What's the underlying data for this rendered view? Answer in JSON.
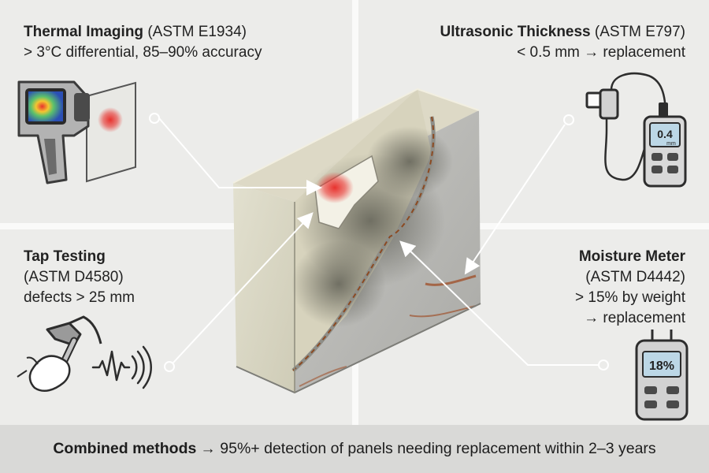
{
  "thermal": {
    "title": "Thermal Imaging",
    "standard": "(ASTM E1934)",
    "detail": "> 3°C differential, 85–90% accuracy"
  },
  "ultrasonic": {
    "title": "Ultrasonic Thickness",
    "standard": "(ASTM E797)",
    "detail": "< 0.5 mm → replacement",
    "display_value": "0.4",
    "display_unit": "mm"
  },
  "tap": {
    "title": "Tap Testing",
    "standard": "(ASTM D4580)",
    "detail": "defects > 25 mm"
  },
  "moisture": {
    "title": "Moisture Meter",
    "standard": "(ASTM D4442)",
    "detail_1": "> 15% by weight",
    "detail_2": "→ replacement",
    "display_value": "18%"
  },
  "footer": {
    "bold": "Combined methods",
    "text": "→ 95%+ detection of panels needing replacement within 2–3 years"
  },
  "colors": {
    "background": "#ececea",
    "footer_bg": "#d9d9d7",
    "hotspot": "#e8322e",
    "rust": "#a0522d",
    "screen": "#bcd7e6"
  },
  "icons": [
    "thermal-camera-icon",
    "ultrasonic-gauge-icon",
    "hammer-hand-icon",
    "sound-wave-icon",
    "moisture-meter-icon"
  ]
}
